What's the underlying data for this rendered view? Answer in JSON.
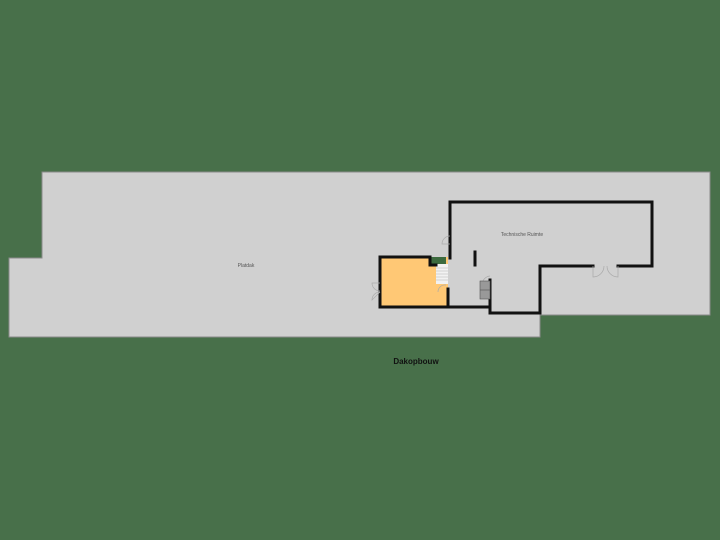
{
  "floor": {
    "title": "Dakopbouw"
  },
  "rooms": [
    {
      "name": "Platdak",
      "type": "flat-roof"
    },
    {
      "name": "Technische Ruimte",
      "type": "technical-room"
    }
  ],
  "colors": {
    "background": "#48704a",
    "roof": "#d0d0d0",
    "highlighted_room": "#ffc875",
    "wall": "#111111",
    "shaft": "#3d6b3f"
  }
}
